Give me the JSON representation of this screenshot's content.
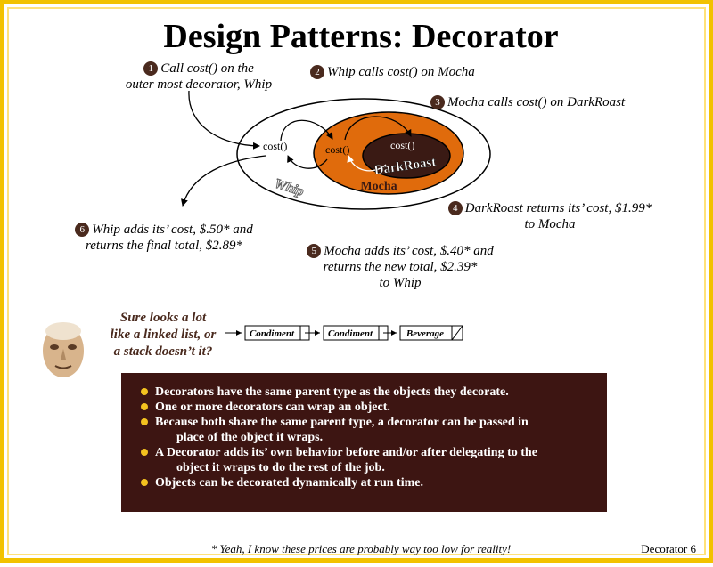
{
  "title": "Design Patterns: Decorator",
  "steps": [
    {
      "num": "1",
      "line1": "Call cost() on the",
      "line2": "outer most decorator, Whip"
    },
    {
      "num": "2",
      "line1": "Whip calls cost() on Mocha"
    },
    {
      "num": "3",
      "line1": "Mocha calls cost() on DarkRoast"
    },
    {
      "num": "4",
      "line1": "DarkRoast returns its’ cost, $1.99*",
      "line2": "to Mocha"
    },
    {
      "num": "5",
      "line1": "Mocha adds its’ cost, $.40* and",
      "line2": "returns the new total, $2.39*",
      "line3": "to Whip"
    },
    {
      "num": "6",
      "line1": "Whip adds its’ cost, $.50* and",
      "line2": "returns the final total, $2.89*"
    }
  ],
  "diagram": {
    "outer_cost": "cost()",
    "middle_cost": "cost()",
    "inner_cost": "cost()",
    "whip_label": "Whip",
    "mocha_label": "Mocha",
    "darkroast_label": "DarkRoast",
    "colors": {
      "mocha": "#e06b0c",
      "darkroast": "#3a1a14",
      "arrow": "#000000"
    }
  },
  "question": {
    "line1": "Sure looks a lot",
    "line2": "like a linked list, or",
    "line3": "a stack doesn’t it?"
  },
  "chain": [
    {
      "label": "Condiment"
    },
    {
      "label": "Condiment"
    },
    {
      "label": "Beverage"
    }
  ],
  "bullets": [
    {
      "line1": "Decorators have the same parent type as the objects they decorate."
    },
    {
      "line1": "One or more decorators can wrap an object."
    },
    {
      "line1": "Because both share the same parent type, a decorator can be passed in",
      "line2": "place of the object it wraps."
    },
    {
      "line1": "A Decorator adds its’ own behavior before and/or after delegating to the",
      "line2": "object it wraps to do the rest of the job."
    },
    {
      "line1": "Objects can be decorated dynamically at run time."
    }
  ],
  "footnote": "* Yeah, I know these prices are probably way too low for reality!",
  "slide_number": "Decorator 6"
}
